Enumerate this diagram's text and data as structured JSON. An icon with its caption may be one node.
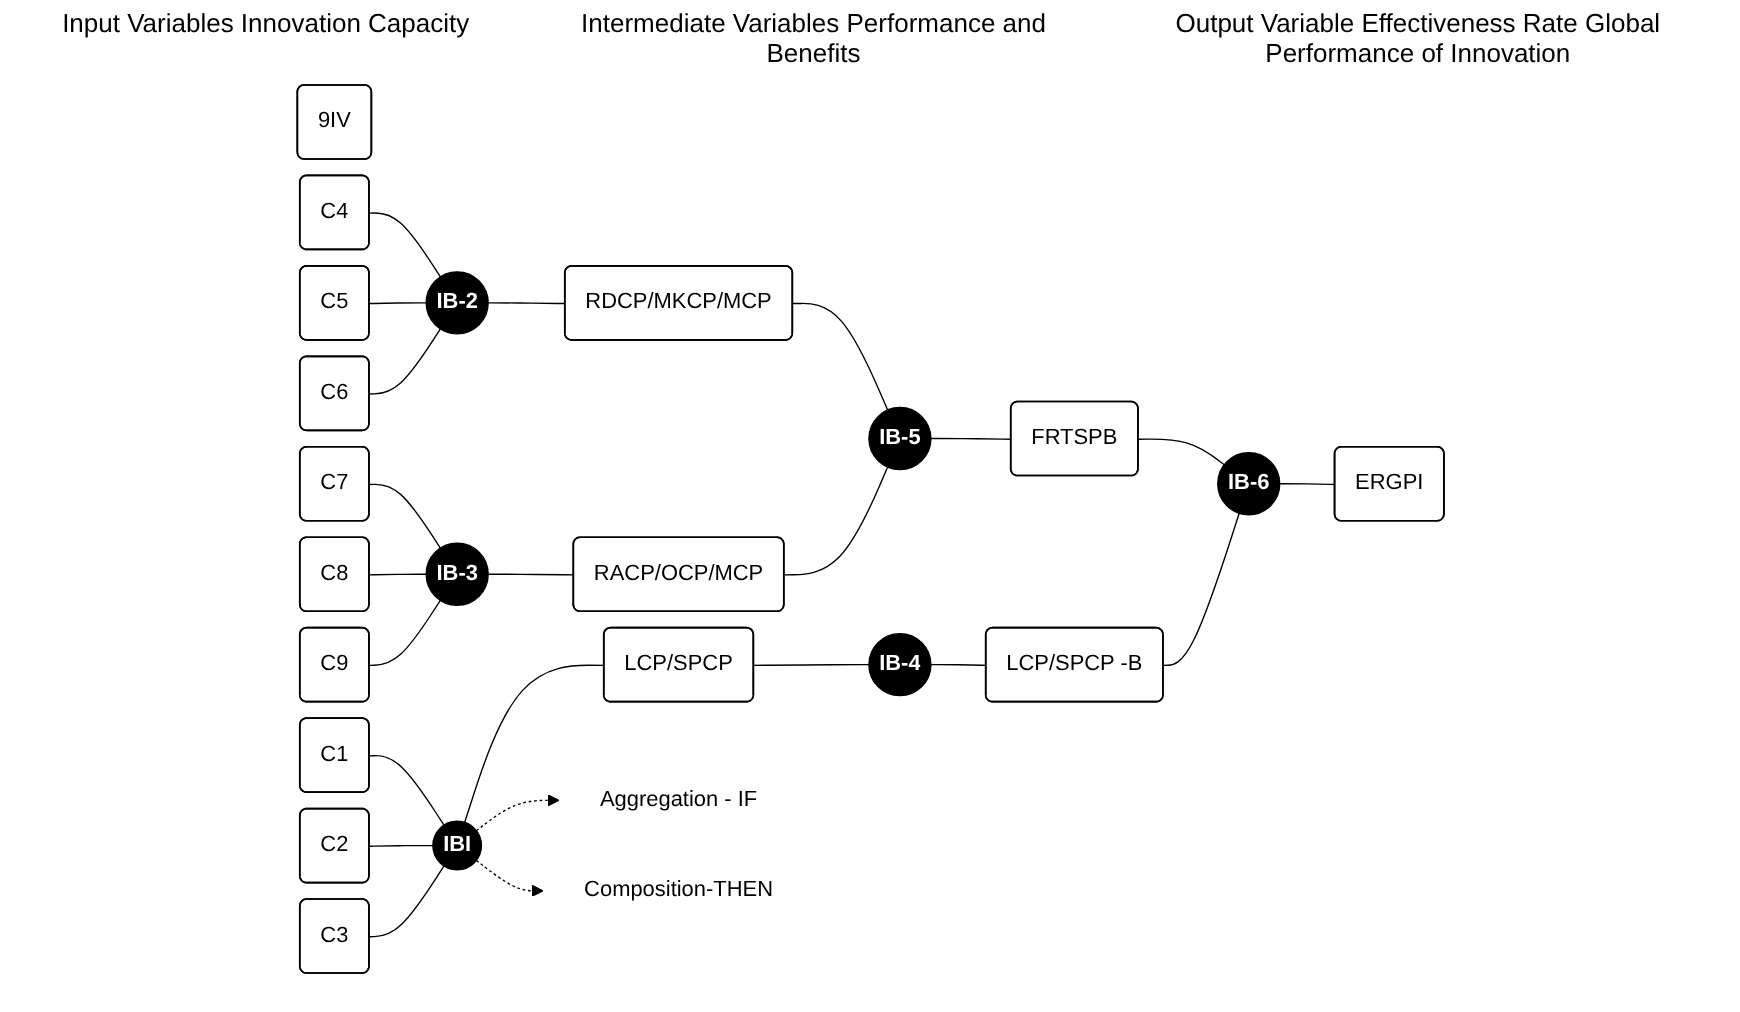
{
  "diagram": {
    "nodes": [
      {
        "text": [
          "9IV"
        ]
      },
      {
        "text": [
          "C1"
        ]
      },
      {
        "text": [
          "C2"
        ]
      },
      {
        "text": [
          "C3"
        ]
      },
      {
        "text": [
          "C4"
        ]
      },
      {
        "text": [
          "C5"
        ]
      },
      {
        "text": [
          "C6"
        ]
      },
      {
        "text": [
          "C7"
        ]
      },
      {
        "text": [
          "C8"
        ]
      },
      {
        "text": [
          "C9"
        ]
      },
      {
        "text": [
          "IBI"
        ]
      },
      {
        "text": [
          "LCP/SPCP"
        ]
      },
      {
        "text": [
          "IB-4"
        ]
      },
      {
        "text": [
          "LCP/SPCP -B"
        ]
      },
      {
        "text": [
          "IB-2"
        ]
      },
      {
        "text": [
          "RDCP/MKCP/MCP"
        ]
      },
      {
        "text": [
          "IB-3"
        ]
      },
      {
        "text": [
          "RACP/OCP/MCP"
        ]
      },
      {
        "text": [
          "IB-5"
        ]
      },
      {
        "text": [
          "FRTSPB"
        ]
      },
      {
        "text": [
          "IB-6"
        ]
      },
      {
        "text": [
          "ERGPI"
        ]
      },
      {
        "text": [
          "Aggregation - IF"
        ]
      },
      {
        "text": [
          "Composition-THEN"
        ]
      }
    ],
    "edges": [
      {
        "from": 1,
        "to": 10,
        "arrow": "none"
      },
      {
        "from": 2,
        "to": 10,
        "arrow": "none"
      },
      {
        "from": 3,
        "to": 10,
        "arrow": "none"
      },
      {
        "from": 10,
        "to": 11,
        "arrow": "none"
      },
      {
        "from": 11,
        "to": 12,
        "arrow": "none"
      },
      {
        "from": 12,
        "to": 13,
        "arrow": "none"
      },
      {
        "from": 10,
        "to": 22,
        "arrow": "to",
        "style": "dashed"
      },
      {
        "from": 10,
        "to": 23,
        "arrow": "to",
        "style": "dashed"
      },
      {
        "from": 4,
        "to": 14,
        "arrow": "none"
      },
      {
        "from": 5,
        "to": 14,
        "arrow": "none"
      },
      {
        "from": 6,
        "to": 14,
        "arrow": "none"
      },
      {
        "from": 14,
        "to": 15,
        "arrow": "none"
      },
      {
        "from": 7,
        "to": 16,
        "arrow": "none"
      },
      {
        "from": 8,
        "to": 16,
        "arrow": "none"
      },
      {
        "from": 9,
        "to": 16,
        "arrow": "none"
      },
      {
        "from": 16,
        "to": 17,
        "arrow": "none"
      },
      {
        "from": 15,
        "to": 18,
        "arrow": "none"
      },
      {
        "from": 17,
        "to": 18,
        "arrow": "none"
      },
      {
        "from": 18,
        "to": 19,
        "arrow": "none"
      },
      {
        "from": 13,
        "to": 20,
        "arrow": "none"
      },
      {
        "from": 19,
        "to": 20,
        "arrow": "none"
      },
      {
        "from": 20,
        "to": 21,
        "arrow": "none"
      }
    ],
    "labels": [
      "Input Variables Innovation Capacity",
      "Intermediate Variables Performance and Benefits",
      "Output Variable Effectiveness Rate Global Performance of Innovation"
    ]
  }
}
